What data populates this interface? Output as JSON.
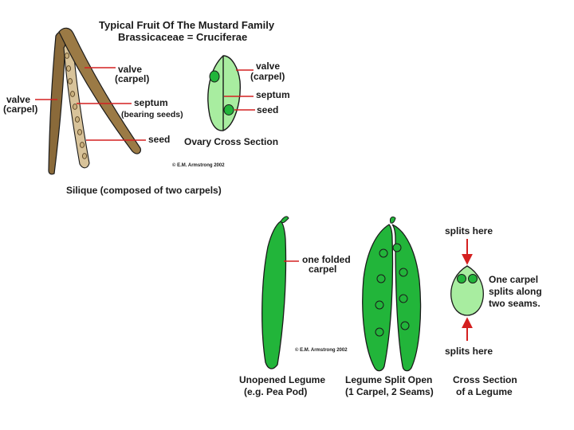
{
  "title": {
    "line1": "Typical Fruit Of The Mustard Family",
    "line2": "Brassicaceae = Cruciferae"
  },
  "silique": {
    "label_valve_upper": {
      "line1": "valve",
      "line2": "(carpel)"
    },
    "label_valve_left": {
      "line1": "valve",
      "line2": "(carpel)"
    },
    "label_septum": {
      "line1": "septum",
      "line2": "(bearing seeds)"
    },
    "label_seed": "seed",
    "caption": "Silique  (composed of two carpels)",
    "copyright": "© E.M. Armstrong 2002"
  },
  "ovary_section": {
    "label_valve": {
      "line1": "valve",
      "line2": "(carpel)"
    },
    "label_septum": "septum",
    "label_seed": "seed",
    "caption": "Ovary Cross Section"
  },
  "legume": {
    "label_folded": {
      "line1": "one folded",
      "line2": "carpel"
    },
    "copyright": "© E.M. Armstrong 2002",
    "caption_unopened": {
      "line1": "Unopened Legume",
      "line2": "(e.g.  Pea Pod)"
    },
    "caption_split": {
      "line1": "Legume Split Open",
      "line2": "(1 Carpel, 2 Seams)"
    }
  },
  "cross_section_legume": {
    "label_top": "splits here",
    "label_bottom": "splits here",
    "description": {
      "line1": "One carpel",
      "line2": "splits along",
      "line3": "two seams."
    },
    "caption": {
      "line1": "Cross Section",
      "line2": "of a Legume"
    }
  },
  "colors": {
    "pointer": "#d42020",
    "pod_brown": "#8a6a3a",
    "pod_tan": "#d8c39a",
    "pea_green": "#22b53a",
    "light_green": "#a8eda0",
    "outline": "#1a1a1a"
  }
}
